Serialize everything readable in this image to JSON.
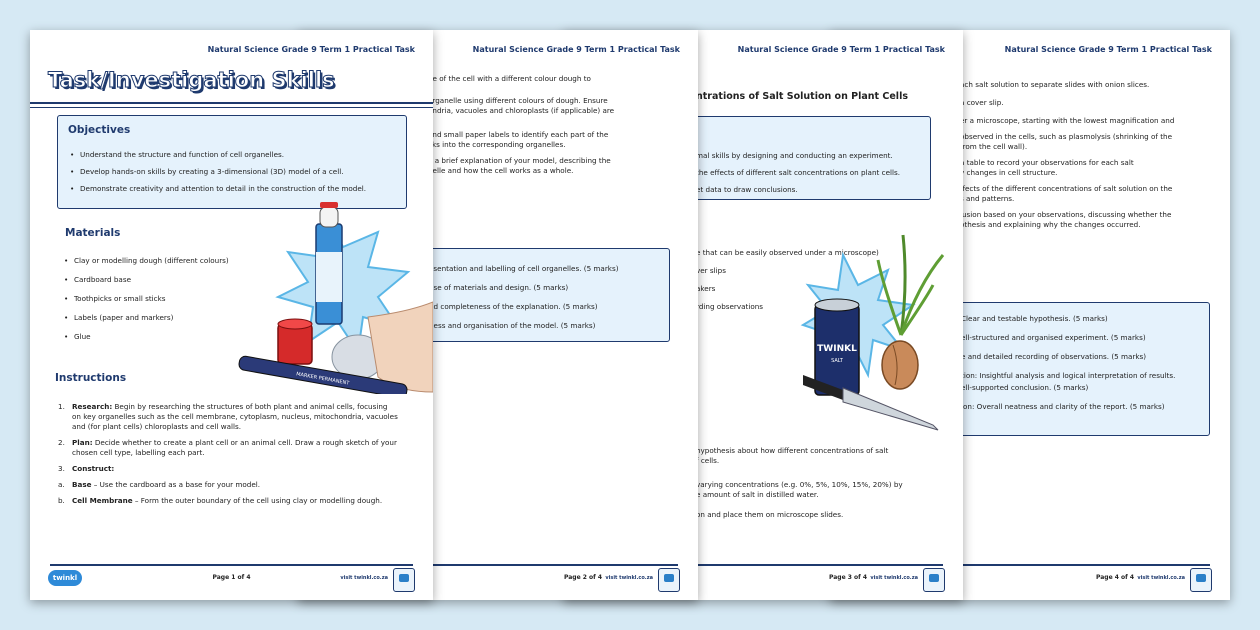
{
  "header_text": "Natural Science Grade 9 Term 1 Practical Task",
  "footer": {
    "site": "visit twinkl.co.za",
    "logo": "twinkl",
    "page1": "Page 1 of 4",
    "page2": "Page 2 of 4",
    "page3": "Page 3 of 4",
    "page4": "Page 4 of 4"
  },
  "p1": {
    "title": "Task/Investigation Skills",
    "objectives_title": "Objectives",
    "objectives": [
      "Understand the structure and function of cell organelles.",
      "Develop hands-on skills by creating a 3-dimensional (3D) model of a cell.",
      "Demonstrate creativity and attention to detail in the construction of the model."
    ],
    "materials_title": "Materials",
    "materials": [
      "Clay or modelling dough (different colours)",
      "Cardboard base",
      "Toothpicks or small sticks",
      "Labels (paper and markers)",
      "Glue"
    ],
    "instructions_title": "Instructions",
    "ins1_label": "Research:",
    "ins1": " Begin by researching the structures of both plant and animal cells, focusing on key organelles such as the cell membrane, cytoplasm, nucleus, mitochondria, vacuoles and (for plant cells) chloroplasts and cell walls.",
    "ins2_label": "Plan:",
    "ins2": " Decide whether to create a plant cell or an animal cell. Draw a rough sketch of your chosen cell type, labelling each part.",
    "ins3_label": "Construct:",
    "insa_label": "Base",
    "insa": " – Use the cardboard as a base for your model.",
    "insb_label": "Cell Membrane",
    "insb": " – Form the outer boundary of the cell using clay or modelling dough."
  },
  "p2": {
    "lines": [
      "de of the cell with a different colour dough to",
      "",
      "organelle using different colours of dough. Ensure",
      "ondria, vacuoles and chloroplasts (if applicable) are",
      "",
      "and small paper labels to identify each part of the",
      "cks into the corresponding organelles.",
      "e a brief explanation of your model, describing the",
      "nelle and how the cell works as a whole."
    ],
    "rubric": [
      "esentation and labelling of cell organelles. (5 marks)",
      "use of materials and design. (5 marks)",
      "nd completeness of the explanation. (5 marks)",
      "ness and organisation of the model. (5 marks)"
    ]
  },
  "p3": {
    "heading": "ntrations of Salt Solution on Plant Cells",
    "obj": [
      "mal skills by designing and conducting an experiment.",
      "the effects of different salt concentrations on plant cells.",
      "et data to draw conclusions."
    ],
    "mat": [
      "e that can be easily observed under a microscope)",
      "ver slips",
      "",
      "",
      "akers",
      "",
      "",
      "rding observations"
    ],
    "steps": [
      "hypothesis about how different concentrations of salt",
      "f cells.",
      "",
      "varying concentrations (e.g. 0%, 5%, 10%, 15%, 20%) by",
      "e amount of salt in distilled water.",
      "",
      "on and place them on microscope slides."
    ],
    "salt_brand": "TWINKL",
    "salt_word": "SALT"
  },
  "p4": {
    "lines": [
      "ach salt solution to separate slides with onion slices.",
      "a cover slip.",
      "er a microscope, starting with the lowest magnification and",
      "",
      "observed in the cells, such as plasmolysis (shrinking of the",
      "from the cell wall).",
      "a table to record your observations for each salt",
      "y changes in cell structure.",
      "ffects of the different concentrations of salt solution on the",
      "s and patterns.",
      "lusion based on your observations, discussing whether the",
      "othesis and explaining why the changes occurred."
    ],
    "rubric": [
      "Clear and testable hypothesis. (5 marks)",
      "ell-structured and organised experiment. (5 marks)",
      "e and detailed recording of observations. (5 marks)",
      "tion: Insightful analysis and logical interpretation of results.",
      "",
      "ell-supported conclusion. (5 marks)",
      "ion: Overall neatness and clarity of the report. (5 marks)"
    ]
  },
  "marker_text": "MARKER PERMANENT"
}
